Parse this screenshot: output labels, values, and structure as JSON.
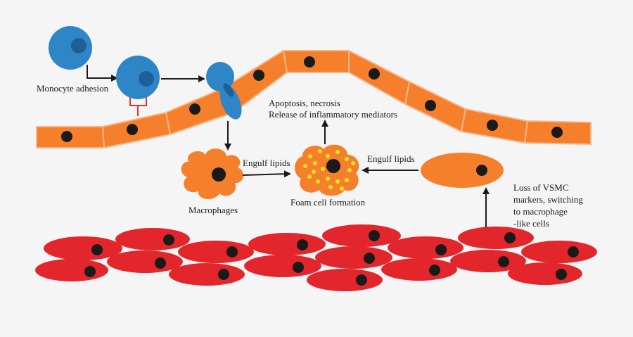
{
  "labels": {
    "monocyte_adhesion": "Monocyte adhesion",
    "apoptosis": "Apoptosis, necrosis",
    "release": "Release of inflammatory mediators",
    "engulf_left": "Engulf lipids",
    "engulf_right": "Engulf lipids",
    "macrophages": "Macrophages",
    "foam_cell": "Foam cell formation",
    "vsmc_1": "Loss of VSMC",
    "vsmc_2": "markers, switching",
    "vsmc_3": "to macrophage",
    "vsmc_4": "-like cells"
  },
  "colors": {
    "background": "#f5f5f5",
    "endothelial": "#f57f2a",
    "endothelial_border": "#f7b58a",
    "monocyte": "#2f86c7",
    "monocyte_nucleus": "#1d5f97",
    "receptor": "#e0313a",
    "smooth_muscle": "#e3262b",
    "nucleus": "#1a1a1a",
    "lipid": "#f2e51c",
    "arrow": "#1a1a1a"
  }
}
